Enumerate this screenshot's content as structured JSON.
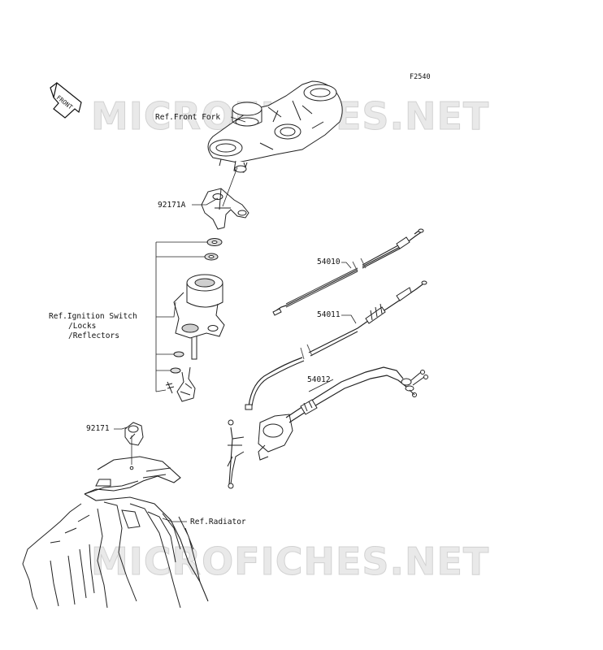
{
  "diagram_id": "F2540",
  "watermark": "MICROFICHES.NET",
  "front_arrow_label": "FRONT",
  "labels": {
    "ref_front_fork": "Ref.Front Fork",
    "bracket": "92171A",
    "cable_throttle_1": "54010",
    "cable_throttle_2": "54011",
    "cable_throttle_3": "54012",
    "ref_ignition_line1": "Ref.Ignition Switch",
    "ref_ignition_line2": "/Locks",
    "ref_ignition_line3": "/Reflectors",
    "clamp": "92171",
    "ref_radiator": "Ref.Radiator"
  }
}
